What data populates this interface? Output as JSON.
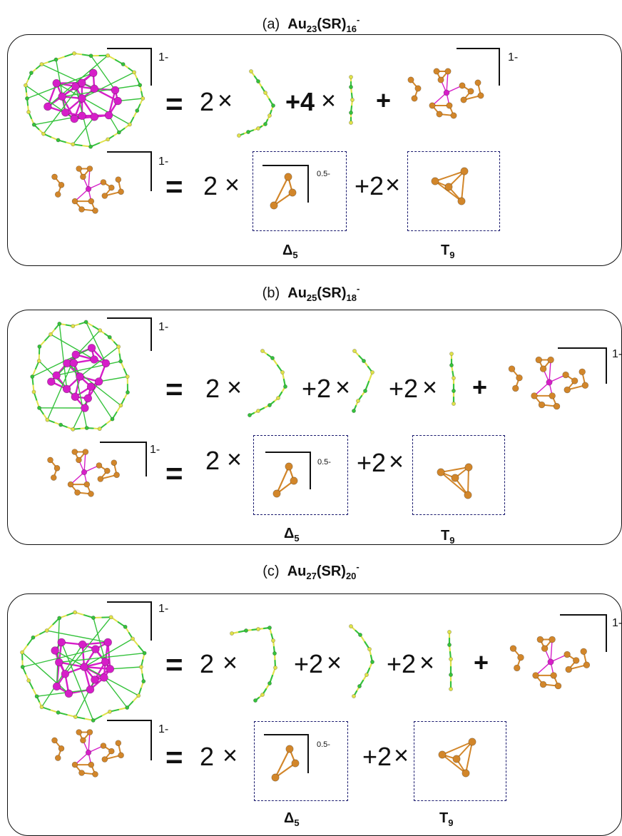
{
  "panels": [
    {
      "label": "(a)",
      "formula": {
        "au": "Au",
        "au_n": "23",
        "sr": "(SR)",
        "sr_n": "16",
        "charge": "-"
      },
      "row1": {
        "charge": "1-",
        "eq": "=",
        "terms": [
          {
            "coef": "2",
            "op": "×"
          },
          {
            "coef": "+4",
            "op": "×"
          },
          {
            "coef": "+"
          }
        ],
        "core_charge": "1-"
      },
      "row2": {
        "charge": "1-",
        "eq": "=",
        "coef1": "2",
        "op1": "×",
        "box1_charge": "0.5-",
        "coef2": "+2",
        "op2": "×"
      },
      "unit1": {
        "sym": "Δ",
        "sub": "5"
      },
      "unit2": {
        "sym": "T",
        "sub": "9"
      }
    },
    {
      "label": "(b)",
      "formula": {
        "au": "Au",
        "au_n": "25",
        "sr": "(SR)",
        "sr_n": "18",
        "charge": "-"
      },
      "row1": {
        "charge": "1-",
        "eq": "=",
        "terms": [
          {
            "coef": "2",
            "op": "×"
          },
          {
            "coef": "+2",
            "op": "×"
          },
          {
            "coef": "+2",
            "op": "×"
          },
          {
            "coef": "+"
          }
        ],
        "core_charge": "1-"
      },
      "row2": {
        "charge": "1-",
        "eq": "=",
        "coef1": "2",
        "op1": "×",
        "box1_charge": "0.5-",
        "coef2": "+2",
        "op2": "×"
      },
      "unit1": {
        "sym": "Δ",
        "sub": "5"
      },
      "unit2": {
        "sym": "T",
        "sub": "9"
      }
    },
    {
      "label": "(c)",
      "formula": {
        "au": "Au",
        "au_n": "27",
        "sr": "(SR)",
        "sr_n": "20",
        "charge": "-"
      },
      "row1": {
        "charge": "1-",
        "eq": "=",
        "terms": [
          {
            "coef": "2",
            "op": "×"
          },
          {
            "coef": "+2",
            "op": "×"
          },
          {
            "coef": "+2",
            "op": "×"
          },
          {
            "coef": "+"
          }
        ],
        "core_charge": "1-"
      },
      "row2": {
        "charge": "1-",
        "eq": "=",
        "coef1": "2",
        "op1": "×",
        "box1_charge": "0.5-",
        "coef2": "+2",
        "op2": "×"
      },
      "unit1": {
        "sym": "Δ",
        "sub": "5"
      },
      "unit2": {
        "sym": "T",
        "sub": "9"
      }
    }
  ],
  "colors": {
    "gold": "#d2862a",
    "magenta": "#d61ec8",
    "yellow": "#e0e24a",
    "green": "#35c23c",
    "box_border": "#1a1a6e"
  }
}
